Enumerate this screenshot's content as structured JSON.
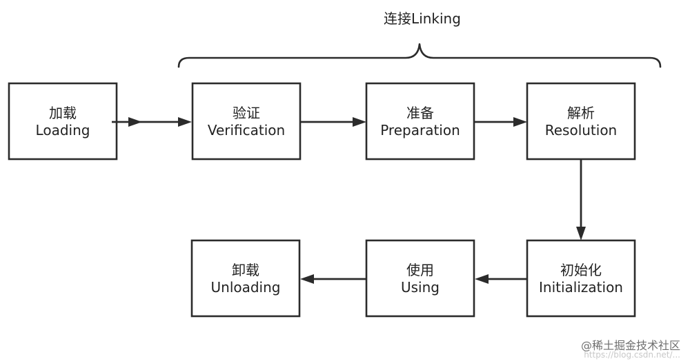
{
  "diagram": {
    "group_label": "连接Linking",
    "nodes": [
      {
        "id": "loading",
        "line1": "加载",
        "line2": "Loading"
      },
      {
        "id": "verification",
        "line1": "验证",
        "line2": "Verification"
      },
      {
        "id": "preparation",
        "line1": "准备",
        "line2": "Preparation"
      },
      {
        "id": "resolution",
        "line1": "解析",
        "line2": "Resolution"
      },
      {
        "id": "initialization",
        "line1": "初始化",
        "line2": "Initialization"
      },
      {
        "id": "using",
        "line1": "使用",
        "line2": "Using"
      },
      {
        "id": "unloading",
        "line1": "卸载",
        "line2": "Unloading"
      }
    ],
    "edges": [
      {
        "from": "loading",
        "to": "verification"
      },
      {
        "from": "verification",
        "to": "preparation"
      },
      {
        "from": "preparation",
        "to": "resolution"
      },
      {
        "from": "resolution",
        "to": "initialization"
      },
      {
        "from": "initialization",
        "to": "using"
      },
      {
        "from": "using",
        "to": "unloading"
      }
    ]
  },
  "watermark": {
    "text": "@稀土掘金技术社区",
    "url": "https://blog.csdn.net/..."
  }
}
